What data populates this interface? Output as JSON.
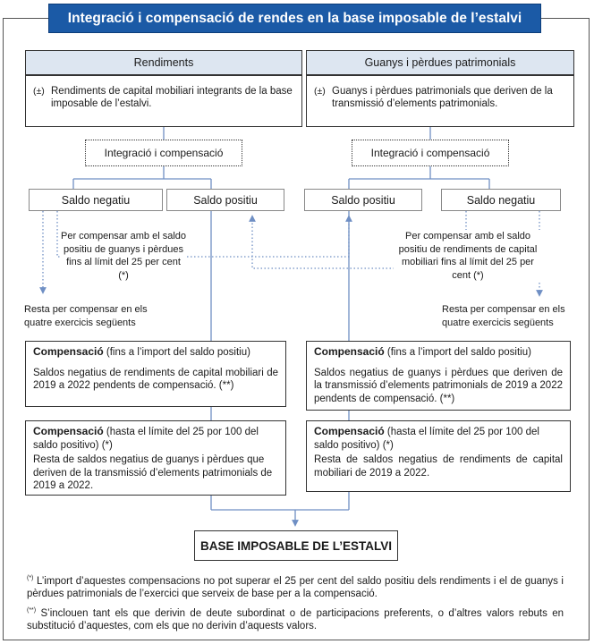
{
  "title": "Integració i compensació de rendes en la base imposable de l’estalvi",
  "left": {
    "header": "Rendiments",
    "sign": "(±)",
    "description": "Rendiments de capital mobiliari integrants de la base imposable de l’estalvi.",
    "integration": "Integració i compensació",
    "saldo_a": "Saldo negatiu",
    "saldo_b": "Saldo positiu",
    "cross_note": "Per compensar amb el saldo positiu de guanys i pèrdues fins al límit del 25 per cent (*)",
    "remainder_note": "Resta per compensar en els quatre exercicis següents",
    "comp1_title": "Compensació",
    "comp1_sub": " (fins a l’import del saldo positiu)",
    "comp1_text": "Saldos negatius de rendiments de capital mobiliari de 2019 a 2022 pendents de compensació. (**)",
    "comp2_title": "Compensació",
    "comp2_sub": " (hasta el límite del 25 por 100 del saldo positivo) (*)",
    "comp2_text": "Resta de saldos negatius de guanys i pèrdues que deriven de la transmissió d’elements patrimonials de 2019 a 2022."
  },
  "right": {
    "header": "Guanys i pèrdues patrimonials",
    "sign": "(±)",
    "description": "Guanys i pèrdues patrimonials que deriven de la transmissió d’elements patrimonials.",
    "integration": "Integració i compensació",
    "saldo_a": "Saldo positiu",
    "saldo_b": "Saldo negatiu",
    "cross_note": "Per compensar amb el saldo positiu de rendiments de capital mobiliari fins al límit del 25 per cent (*)",
    "remainder_note": "Resta per compensar en els quatre exercicis següents",
    "comp1_title": "Compensació",
    "comp1_sub": " (fins a l’import del saldo positiu)",
    "comp1_text": "Saldos negatius de guanys i pèrdues que deriven de la transmissió d’elements patrimonials de 2019 a 2022 pendents de compensació. (**)",
    "comp2_title": "Compensació",
    "comp2_sub": " (hasta el límite del 25 por 100 del saldo positivo) (*)",
    "comp2_text": "Resta de saldos negatius de rendiments de capital mobiliari de 2019 a 2022."
  },
  "base": "BASE IMPOSABLE DE L’ESTALVI",
  "footnotes": [
    {
      "mark": "(*)",
      "text": "L’import d’aquestes compensacions no pot superar el 25 per cent del saldo positiu dels rendiments i el de guanys i pèrdues patrimonials de l’exercici que serveix de base per a la compensació."
    },
    {
      "mark": "(**)",
      "text": "S’inclouen tant els que derivin de deute subordinat o de participacions preferents, o d’altres valors rebuts en substitució d’aquestes, com els que no derivin d’aquests valors."
    }
  ],
  "colors": {
    "title_bg": "#1b5aa6",
    "header_bg": "#dde6f1",
    "line": "#6f8fc4"
  }
}
